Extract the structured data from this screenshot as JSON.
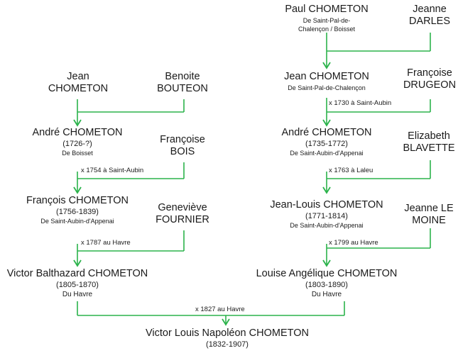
{
  "line_color": "#2bb34b",
  "people": {
    "jean_left": {
      "line1": "Jean",
      "line2": "CHOMETON"
    },
    "benoite": {
      "line1": "Benoite",
      "line2": "BOUTEON"
    },
    "andre_left": {
      "name": "André CHOMETON",
      "dates": "(1726-?)",
      "place": "De Boisset"
    },
    "francoise_bois": {
      "line1": "Françoise",
      "line2": "BOIS"
    },
    "francois": {
      "name": "François CHOMETON",
      "dates": "(1756-1839)",
      "place": "De Saint-Aubin-d'Appenai"
    },
    "genevieve": {
      "line1": "Geneviève",
      "line2": "FOURNIER"
    },
    "victor_b": {
      "name": "Victor Balthazard CHOMETON",
      "dates": "(1805-1870)",
      "place": "Du Havre"
    },
    "paul": {
      "name": "Paul CHOMETON",
      "place1": "De Saint-Pal-de-",
      "place2": "Chalençon / Boisset"
    },
    "jeanne_darles": {
      "line1": "Jeanne",
      "line2": "DARLES"
    },
    "jean_right": {
      "name": "Jean CHOMETON",
      "place": "De Saint-Pal-de-Chalençon"
    },
    "francoise_drugeon": {
      "line1": "Françoise",
      "line2": "DRUGEON"
    },
    "andre_right": {
      "name": "André CHOMETON",
      "dates": "(1735-1772)",
      "place": "De Saint-Aubin-d'Appenai"
    },
    "elizabeth": {
      "line1": "Elizabeth",
      "line2": "BLAVETTE"
    },
    "jean_louis": {
      "name": "Jean-Louis CHOMETON",
      "dates": "(1771-1814)",
      "place": "De Saint-Aubin-d'Appenai"
    },
    "jeanne_le_moine": {
      "line1": "Jeanne LE",
      "line2": "MOINE"
    },
    "louise": {
      "name": "Louise Angélique CHOMETON",
      "dates": "(1803-1890)",
      "place": "Du Havre"
    },
    "victor_ln": {
      "name": "Victor Louis Napoléon CHOMETON",
      "dates": "(1832-1907)"
    }
  },
  "marriages": {
    "m1754": "x 1754 à Saint-Aubin",
    "m1787": "x 1787 au Havre",
    "m1730": "x 1730 à Saint-Aubin",
    "m1763": "x 1763 à Laleu",
    "m1799": "x 1799 au Havre",
    "m1827": "x 1827 au Havre"
  }
}
